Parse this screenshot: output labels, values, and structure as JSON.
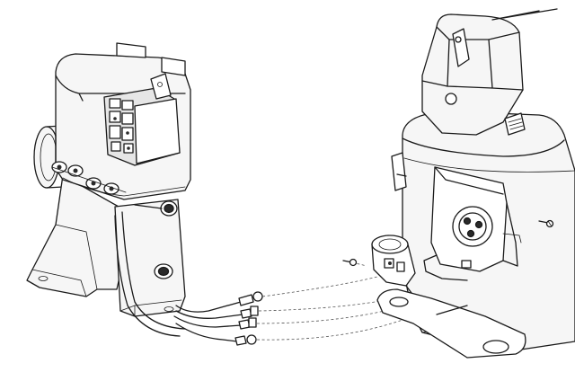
{
  "diagram": {
    "kind": "exploded technical line drawing",
    "parts": [
      "control-box",
      "control-module",
      "cable-bundle",
      "ring-terminals",
      "mounting-bracket",
      "compressor-housing",
      "terminal-bracket",
      "start-relay",
      "mounting-screws"
    ],
    "ring_terminal_count": 4,
    "colors": {
      "line": "#1a1a1a",
      "fill": "#f6f6f6",
      "shade": "#e6e6e6",
      "background": "#ffffff"
    }
  }
}
